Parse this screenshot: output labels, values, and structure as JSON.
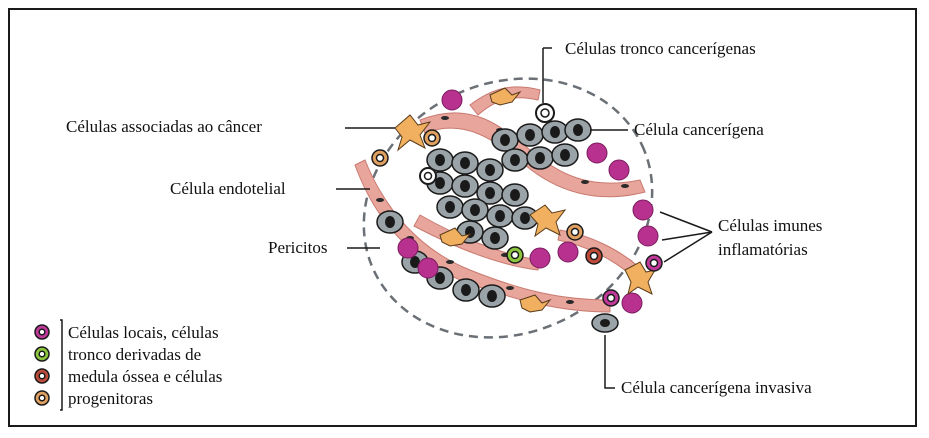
{
  "labels": {
    "stem_cells": "Células tronco cancerígenas",
    "cancer_cell": "Célula cancerígena",
    "associated": "Células associadas ao câncer",
    "endothelial": "Célula endotelial",
    "immune_1": "Células imunes",
    "immune_2": "inflamatórias",
    "pericytes": "Pericitos",
    "invasive": "Célula cancerígena invasiva"
  },
  "legend": {
    "lines": [
      "Células locais, células",
      "tronco derivadas de",
      "medula óssea e células",
      "progenitoras"
    ],
    "icons": [
      {
        "name": "magenta-cell-icon",
        "color": "#c0399a"
      },
      {
        "name": "green-cell-icon",
        "color": "#8cc63f"
      },
      {
        "name": "red-cell-icon",
        "color": "#c04a3a"
      },
      {
        "name": "tan-cell-icon",
        "color": "#e0a060"
      }
    ]
  },
  "colors": {
    "vessel": "#e8a59b",
    "cancer_cell": "#9aa3a8",
    "nucleus": "#1a1a1a",
    "immune": "#b8318f",
    "fibroblast": "#f0b060"
  }
}
